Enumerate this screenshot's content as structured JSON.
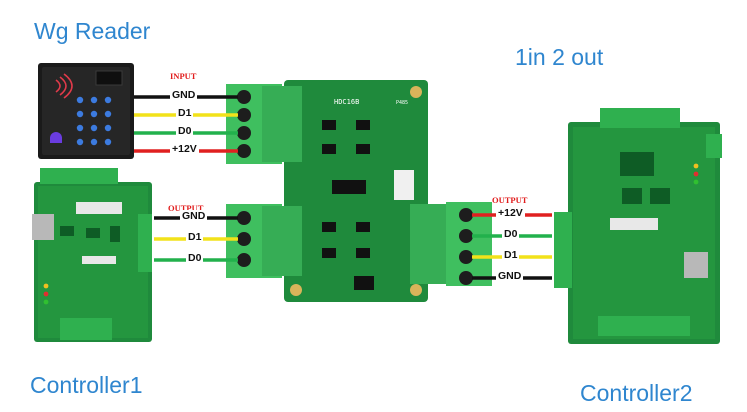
{
  "titles": {
    "reader": "Wg Reader",
    "mode": "1in 2 out",
    "controller1": "Controller1",
    "controller2": "Controller2"
  },
  "module": {
    "model": "HDC16B",
    "port_tag": "P485"
  },
  "input_block": {
    "tag": "INPUT",
    "wires": [
      {
        "label": "GND",
        "color": "#111111"
      },
      {
        "label": "D1",
        "color": "#f2e21a"
      },
      {
        "label": "D0",
        "color": "#22b14c"
      },
      {
        "label": "+12V",
        "color": "#e02020"
      }
    ]
  },
  "output_left": {
    "tag": "OUTPUT",
    "wires": [
      {
        "label": "GND",
        "color": "#111111"
      },
      {
        "label": "D1",
        "color": "#f2e21a"
      },
      {
        "label": "D0",
        "color": "#22b14c"
      }
    ]
  },
  "output_right": {
    "tag": "OUTPUT",
    "wires": [
      {
        "label": "+12V",
        "color": "#e02020"
      },
      {
        "label": "D0",
        "color": "#22b14c"
      },
      {
        "label": "D1",
        "color": "#f2e21a"
      },
      {
        "label": "GND",
        "color": "#111111"
      }
    ]
  },
  "colors": {
    "title_blue": "#2f86cf",
    "board_green": "#1f8a3c",
    "terminal_green": "#3fbf5f",
    "tag_red": "#e11c1c"
  },
  "icons": [
    "rfid-keypad-reader",
    "controller-board",
    "screw-terminal"
  ]
}
